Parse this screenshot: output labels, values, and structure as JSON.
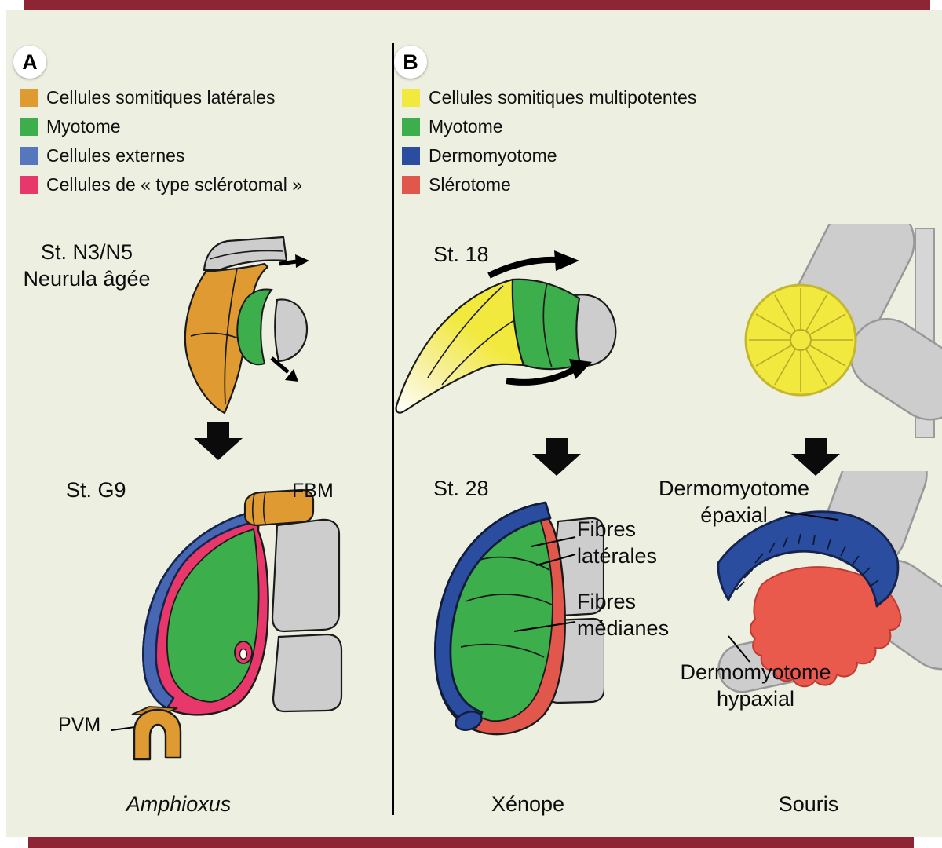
{
  "figure": {
    "bg_color": "#edefe1",
    "bar_color": "#8e2535",
    "divider_color": "#000000"
  },
  "panel_a": {
    "badge": "A",
    "legend": [
      {
        "label": "Cellules somitiques latérales",
        "color": "#df9b31"
      },
      {
        "label": "Myotome",
        "color": "#3cae4b"
      },
      {
        "label": "Cellules externes",
        "color": "#5577be"
      },
      {
        "label": "Cellules de « type sclérotomal »",
        "color": "#e8376a"
      }
    ],
    "stage_top_line1": "St. N3/N5",
    "stage_top_line2": "Neurula âgée",
    "stage_bottom": "St. G9",
    "fbm_label": "FBM",
    "pvm_label": "PVM",
    "species": "Amphioxus"
  },
  "panel_b": {
    "badge": "B",
    "legend": [
      {
        "label": "Cellules somitiques multipotentes",
        "color": "#f2e93e"
      },
      {
        "label": "Myotome",
        "color": "#3cae4b"
      },
      {
        "label": "Dermomyotome",
        "color": "#2a4da0"
      },
      {
        "label": "Slérotome",
        "color": "#e2574b"
      }
    ],
    "stage_top": "St. 18",
    "stage_bottom": "St. 28",
    "fibres_laterales_line1": "Fibres",
    "fibres_laterales_line2": "latérales",
    "fibres_medianes_line1": "Fibres",
    "fibres_medianes_line2": "médianes",
    "dermomyotome_epaxial_line1": "Dermomyotome",
    "dermomyotome_epaxial_line2": "épaxial",
    "dermomyotome_hypaxial_line1": "Dermomyotome",
    "dermomyotome_hypaxial_line2": "hypaxial",
    "species_left": "Xénope",
    "species_right": "Souris"
  }
}
